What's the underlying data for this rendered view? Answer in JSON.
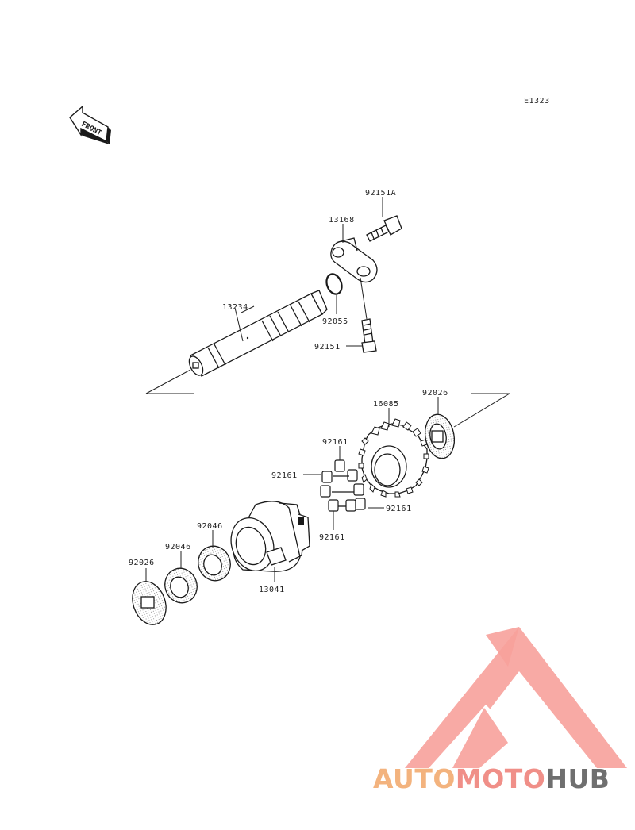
{
  "diagram_code": "E1323",
  "front_arrow_text": "FRONT",
  "parts": [
    {
      "id": "p-92151a",
      "number": "92151A"
    },
    {
      "id": "p-13168",
      "number": "13168"
    },
    {
      "id": "p-13234",
      "number": "13234"
    },
    {
      "id": "p-92055",
      "number": "92055"
    },
    {
      "id": "p-92151",
      "number": "92151"
    },
    {
      "id": "p-16085",
      "number": "16085"
    },
    {
      "id": "p-92026-top",
      "number": "92026"
    },
    {
      "id": "p-92161-a",
      "number": "92161"
    },
    {
      "id": "p-92161-b",
      "number": "92161"
    },
    {
      "id": "p-92161-c",
      "number": "92161"
    },
    {
      "id": "p-92161-d",
      "number": "92161"
    },
    {
      "id": "p-92046-a",
      "number": "92046"
    },
    {
      "id": "p-92046-b",
      "number": "92046"
    },
    {
      "id": "p-92026-bottom",
      "number": "92026"
    },
    {
      "id": "p-13041",
      "number": "13041"
    }
  ],
  "watermark": {
    "part1": "AUTO",
    "part2": "MOTO",
    "part3": "HUB",
    "color1": "#f3b37e",
    "color2": "#f08f88",
    "color3": "#6f6f6f"
  }
}
